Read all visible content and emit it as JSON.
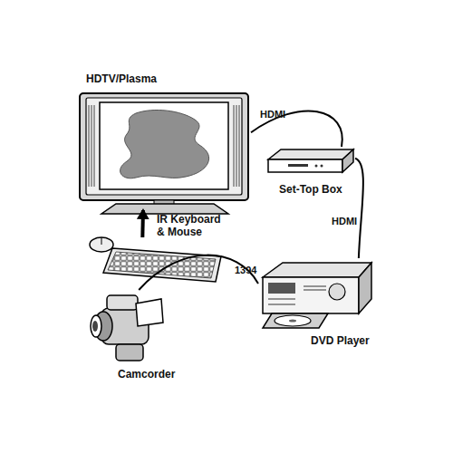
{
  "diagram": {
    "nodes": [
      {
        "text": [
          "HDTV/Plasma"
        ]
      },
      {
        "text": [
          "Set-Top Box"
        ]
      },
      {
        "text": [
          "IR Keyboard & Mouse"
        ]
      },
      {
        "text": [
          "Camcorder"
        ]
      },
      {
        "text": [
          "DVD Player"
        ]
      }
    ],
    "edges": [
      {
        "from": 0,
        "to": 1,
        "label": "HDMI",
        "arrow": "none"
      },
      {
        "from": 1,
        "to": 4,
        "label": "HDMI",
        "arrow": "none"
      },
      {
        "from": 3,
        "to": 4,
        "label": "1394",
        "arrow": "none"
      },
      {
        "from": 2,
        "to": 0,
        "arrow": "to"
      }
    ]
  }
}
